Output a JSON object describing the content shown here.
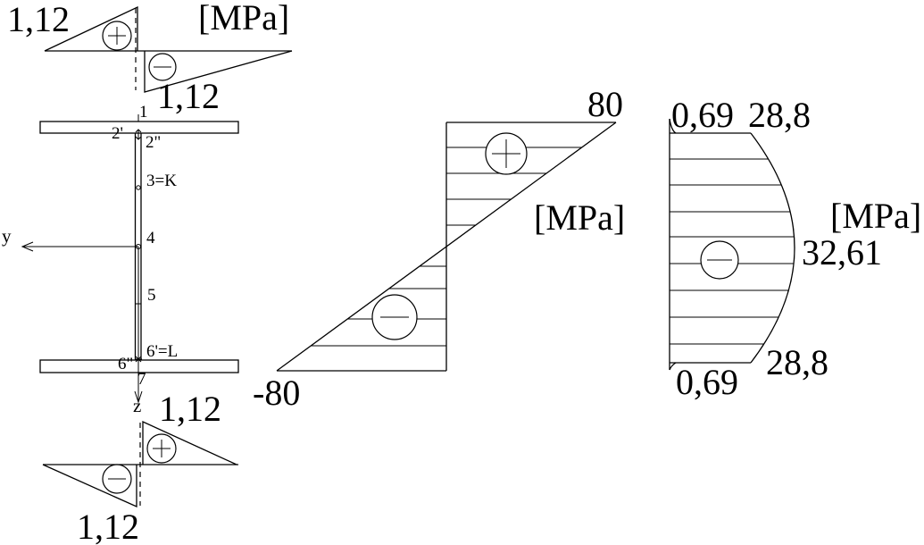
{
  "unit": "[MPa]",
  "top_flange_shear": {
    "outer_value": "1,12",
    "inner_value": "1,12",
    "unit": "[MPa]"
  },
  "cross_section": {
    "points": {
      "p1": "1",
      "p2_prime": "2'",
      "p2_dprime": "2\"",
      "p3": "3=K",
      "p4": "4",
      "p5": "5",
      "p6_prime": "6'=L",
      "p6_dprime": "6\"",
      "p7": "7"
    },
    "y_axis": "y",
    "z_axis": "z"
  },
  "bottom_flange_shear": {
    "inner_value": "1,12",
    "outer_value": "1,12"
  },
  "normal_stress": {
    "top_value": "80",
    "bottom_value": "-80",
    "unit": "[MPa]"
  },
  "web_shear": {
    "flange_top": "0,69",
    "web_top": "28,8",
    "unit": "[MPa]",
    "max": "32,61",
    "web_bottom": "28,8",
    "flange_bottom": "0,69"
  }
}
